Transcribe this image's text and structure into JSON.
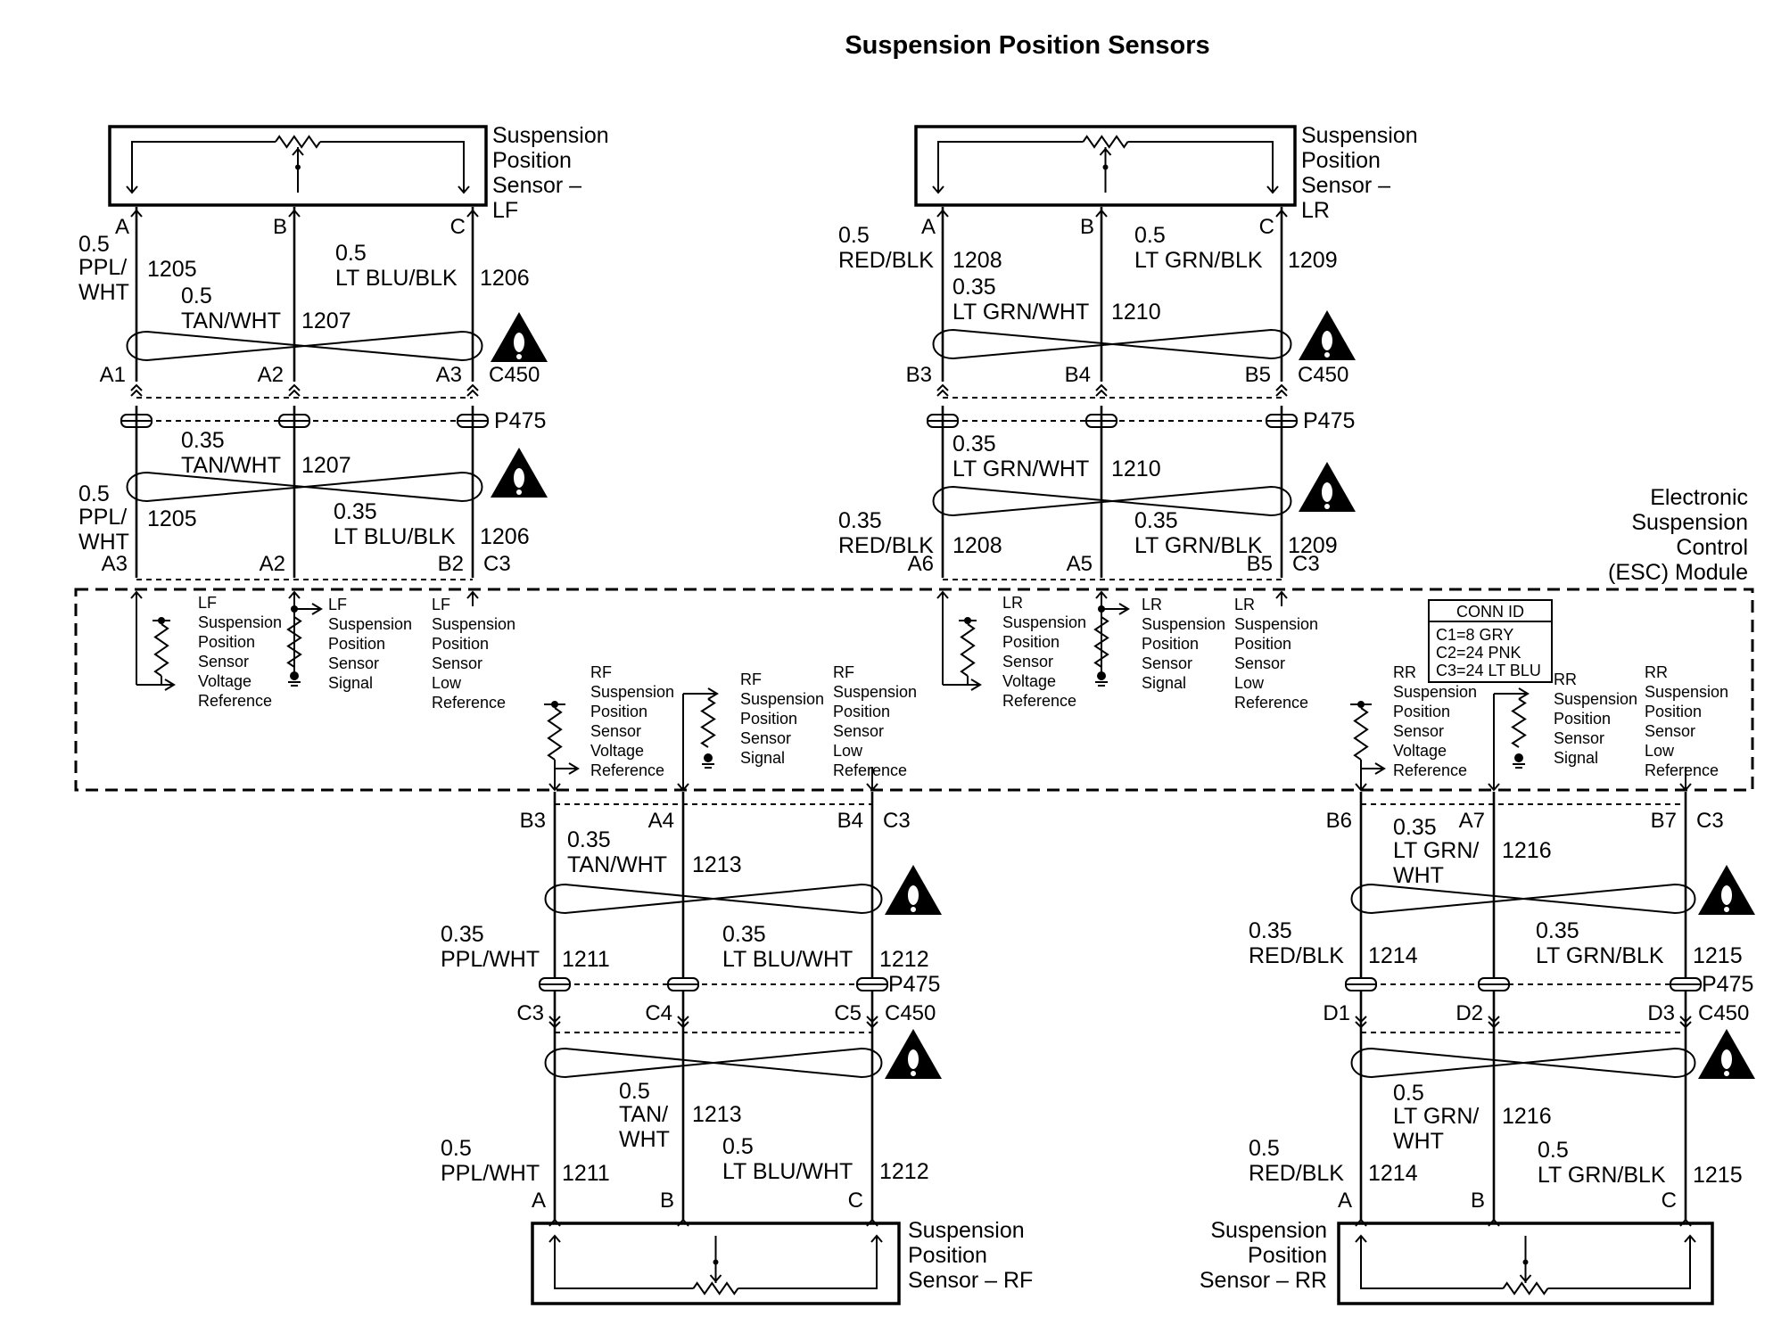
{
  "title": "Suspension Position Sensors",
  "sensors": {
    "lf": [
      "Suspension",
      "Position",
      "Sensor –",
      "LF"
    ],
    "lr": [
      "Suspension",
      "Position",
      "Sensor –",
      "LR"
    ],
    "rf": [
      "Suspension",
      "Position",
      "Sensor – RF"
    ],
    "rr": [
      "Suspension",
      "Position",
      "Sensor – RR"
    ]
  },
  "module": {
    "name_lines": [
      "Electronic",
      "Suspension",
      "Control",
      "(ESC) Module"
    ],
    "conn_id": {
      "title": "CONN ID",
      "lines": [
        "C1=8 GRY",
        "C2=24 PNK",
        "C3=24 LT BLU"
      ]
    }
  },
  "connectors": {
    "c450": "C450",
    "p475": "P475",
    "c3": "C3"
  },
  "pins": {
    "lf": {
      "sensor": [
        "A",
        "B",
        "C"
      ],
      "c450": [
        "A1",
        "A2",
        "A3"
      ],
      "esc": [
        "A3",
        "A2",
        "B2"
      ]
    },
    "lr": {
      "sensor": [
        "A",
        "B",
        "C"
      ],
      "c450": [
        "B3",
        "B4",
        "B5"
      ],
      "esc": [
        "A6",
        "A5",
        "B5"
      ]
    },
    "rf": {
      "esc": [
        "B3",
        "A4",
        "B4"
      ],
      "c450": [
        "C3",
        "C4",
        "C5"
      ],
      "sensor": [
        "A",
        "B",
        "C"
      ]
    },
    "rr": {
      "esc": [
        "B6",
        "A7",
        "B7"
      ],
      "c450": [
        "D1",
        "D2",
        "D3"
      ],
      "sensor": [
        "A",
        "B",
        "C"
      ]
    }
  },
  "wires": {
    "lf_upper": {
      "a": {
        "size": "0.5",
        "color_lines": [
          "PPL/",
          "WHT"
        ],
        "circuit": "1205"
      },
      "b": {
        "size": "0.5",
        "color": "TAN/WHT",
        "circuit": "1207"
      },
      "c": {
        "size": "0.5",
        "color": "LT BLU/BLK",
        "circuit": "1206"
      }
    },
    "lf_lower": {
      "a": {
        "size": "0.5",
        "color_lines": [
          "PPL/",
          "WHT"
        ],
        "circuit": "1205"
      },
      "b": {
        "size": "0.35",
        "color": "TAN/WHT",
        "circuit": "1207"
      },
      "c": {
        "size": "0.35",
        "color": "LT BLU/BLK",
        "circuit": "1206"
      }
    },
    "lr_upper": {
      "a": {
        "size": "0.5",
        "color": "RED/BLK",
        "circuit": "1208"
      },
      "b": {
        "size": "0.35",
        "color": "LT GRN/WHT",
        "circuit": "1210"
      },
      "c": {
        "size": "0.5",
        "color": "LT GRN/BLK",
        "circuit": "1209"
      }
    },
    "lr_lower": {
      "a": {
        "size": "0.35",
        "color": "RED/BLK",
        "circuit": "1208"
      },
      "b": {
        "size": "0.35",
        "color": "LT GRN/WHT",
        "circuit": "1210"
      },
      "c": {
        "size": "0.35",
        "color": "LT GRN/BLK",
        "circuit": "1209"
      }
    },
    "rf_upper": {
      "a": {
        "size": "0.35",
        "color": "PPL/WHT",
        "circuit": "1211"
      },
      "b": {
        "size": "0.35",
        "color": "TAN/WHT",
        "circuit": "1213"
      },
      "c": {
        "size": "0.35",
        "color": "LT BLU/WHT",
        "circuit": "1212"
      }
    },
    "rf_lower": {
      "a": {
        "size": "0.5",
        "color": "PPL/WHT",
        "circuit": "1211"
      },
      "b": {
        "size": "0.5",
        "color_lines": [
          "TAN/",
          "WHT"
        ],
        "circuit": "1213"
      },
      "c": {
        "size": "0.5",
        "color": "LT BLU/WHT",
        "circuit": "1212"
      }
    },
    "rr_upper": {
      "a": {
        "size": "0.35",
        "color": "RED/BLK",
        "circuit": "1214"
      },
      "b": {
        "size": "0.35",
        "color_lines": [
          "LT GRN/",
          "WHT"
        ],
        "circuit": "1216"
      },
      "c": {
        "size": "0.35",
        "color": "LT GRN/BLK",
        "circuit": "1215"
      }
    },
    "rr_lower": {
      "a": {
        "size": "0.5",
        "color": "RED/BLK",
        "circuit": "1214"
      },
      "b": {
        "size": "0.5",
        "color_lines": [
          "LT GRN/",
          "WHT"
        ],
        "circuit": "1216"
      },
      "c": {
        "size": "0.5",
        "color": "LT GRN/BLK",
        "circuit": "1215"
      }
    }
  },
  "esc_labels": {
    "lf_voltage": [
      "LF",
      "Suspension",
      "Position",
      "Sensor",
      "Voltage",
      "Reference"
    ],
    "lf_signal": [
      "LF",
      "Suspension",
      "Position",
      "Sensor",
      "Signal"
    ],
    "lf_low": [
      "LF",
      "Suspension",
      "Position",
      "Sensor",
      "Low",
      "Reference"
    ],
    "lr_voltage": [
      "LR",
      "Suspension",
      "Position",
      "Sensor",
      "Voltage",
      "Reference"
    ],
    "lr_signal": [
      "LR",
      "Suspension",
      "Position",
      "Sensor",
      "Signal"
    ],
    "lr_low": [
      "LR",
      "Suspension",
      "Position",
      "Sensor",
      "Low",
      "Reference"
    ],
    "rf_voltage": [
      "RF",
      "Suspension",
      "Position",
      "Sensor",
      "Voltage",
      "Reference"
    ],
    "rf_signal": [
      "RF",
      "Suspension",
      "Position",
      "Sensor",
      "Signal"
    ],
    "rf_low": [
      "RF",
      "Suspension",
      "Position",
      "Sensor",
      "Low",
      "Reference"
    ],
    "rr_voltage": [
      "RR",
      "Suspension",
      "Position",
      "Sensor",
      "Voltage",
      "Reference"
    ],
    "rr_signal": [
      "RR",
      "Suspension",
      "Position",
      "Sensor",
      "Signal"
    ],
    "rr_low": [
      "RR",
      "Suspension",
      "Position",
      "Sensor",
      "Low",
      "Reference"
    ]
  }
}
